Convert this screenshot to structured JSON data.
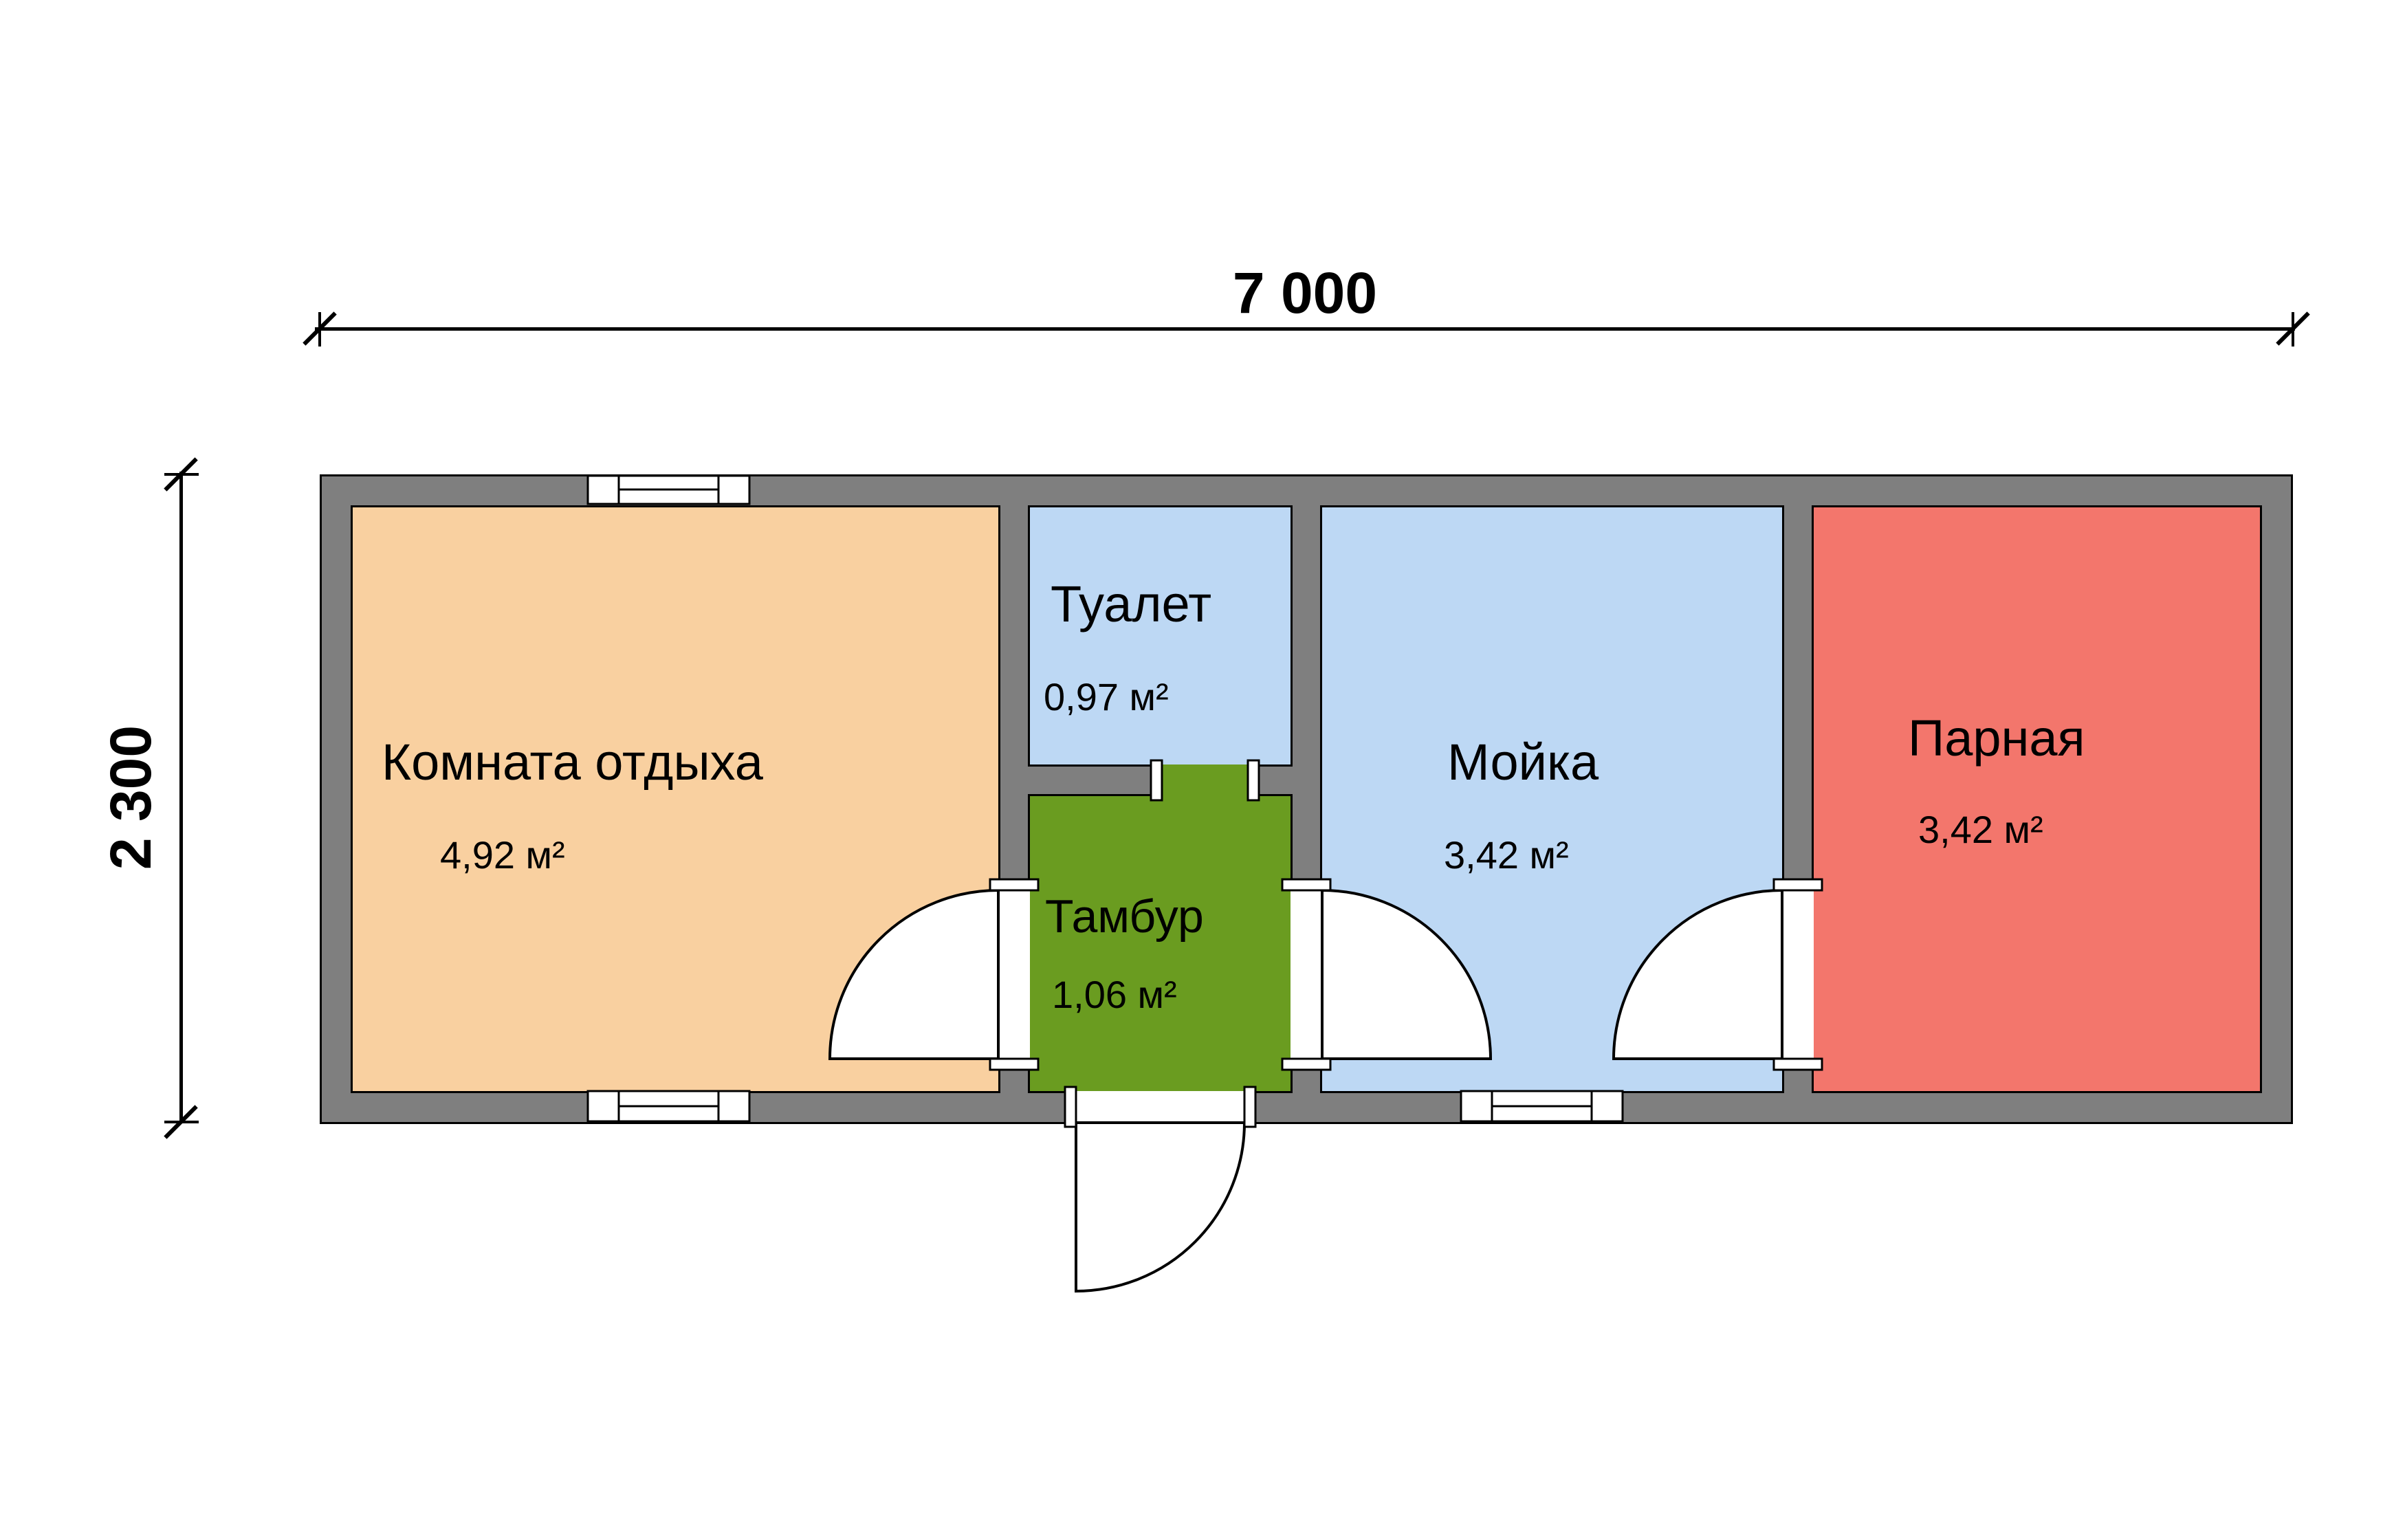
{
  "dimensions": {
    "width": "7 000",
    "height": "2 300"
  },
  "rooms": [
    {
      "name": "Комната отдыха",
      "area": "4,92 м²",
      "color": "#f9d0a0"
    },
    {
      "name": "Туалет",
      "area": "0,97 м²",
      "color": "#bdd8f4"
    },
    {
      "name": "Тамбур",
      "area": "1,06 м²",
      "color": "#6a9c20"
    },
    {
      "name": "Мойка",
      "area": "3,42 м²",
      "color": "#bdd8f4"
    },
    {
      "name": "Парная",
      "area": "3,42 м²",
      "color": "#f3766c"
    }
  ],
  "colors": {
    "wall": "#7f7f7f",
    "outline": "#000000",
    "background": "#ffffff",
    "door_fill": "#ffffff"
  }
}
